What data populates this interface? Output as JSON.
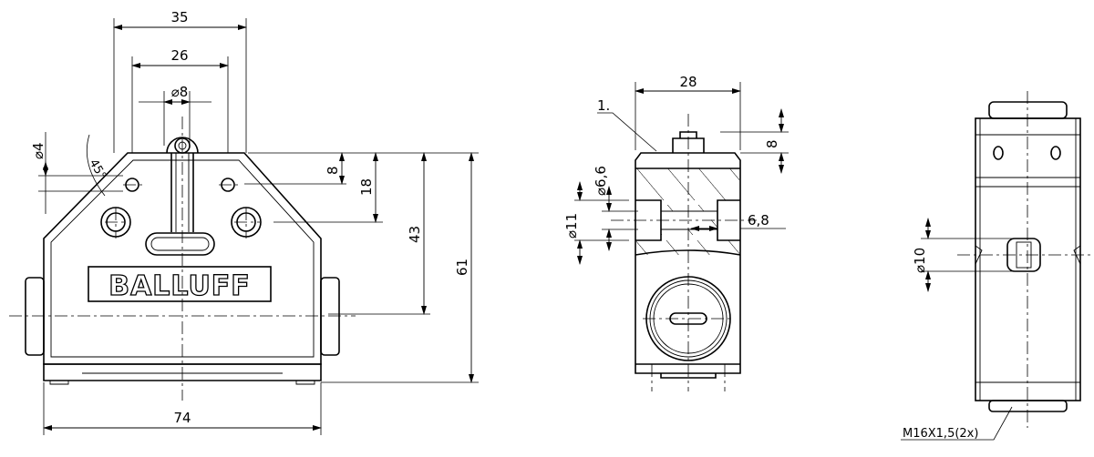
{
  "front_view": {
    "dims": {
      "width_35": "35",
      "width_26": "26",
      "dia_8": "⌀8",
      "dia_4": "⌀4",
      "angle_45": "45°",
      "h_8": "8",
      "h_18": "18",
      "h_43": "43",
      "h_61": "61",
      "width_74": "74"
    },
    "logo": "BALLUFF"
  },
  "side_view": {
    "dims": {
      "width_28": "28",
      "h_8": "8",
      "dia_6_6": "⌀6,6",
      "dia_11": "⌀11",
      "depth_6_8": "6,8"
    },
    "callout": "1."
  },
  "rear_view": {
    "dims": {
      "dia_10": "⌀10"
    },
    "thread_label": "M16X1,5(2x)"
  }
}
